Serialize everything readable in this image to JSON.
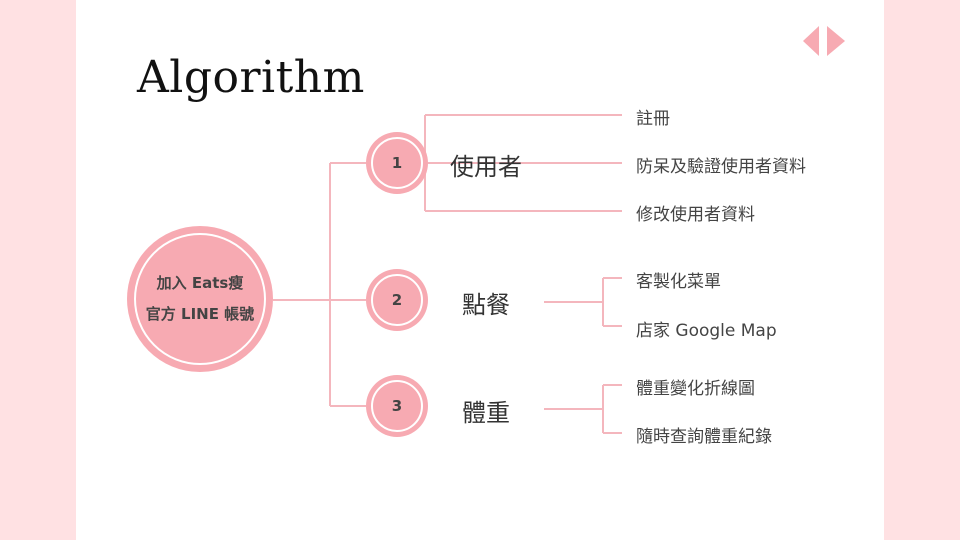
{
  "title": "Algorithm",
  "center": {
    "line1": "加入 Eats瘦",
    "line2": "官方 LINE 帳號"
  },
  "branches": [
    {
      "number": "1",
      "label": "使用者",
      "items": [
        "註冊",
        "防呆及驗證使用者資料",
        "修改使用者資料"
      ]
    },
    {
      "number": "2",
      "label": "點餐",
      "items": [
        "客製化菜單",
        "店家 Google Map"
      ]
    },
    {
      "number": "3",
      "label": "體重",
      "items": [
        "體重變化折線圖",
        "隨時查詢體重紀錄"
      ]
    }
  ],
  "colors": {
    "accent": "#f7aab2",
    "line": "#f4b6bd",
    "side": "#ffe1e3"
  },
  "icons": {
    "nav": "left-right-triangle-icon"
  }
}
